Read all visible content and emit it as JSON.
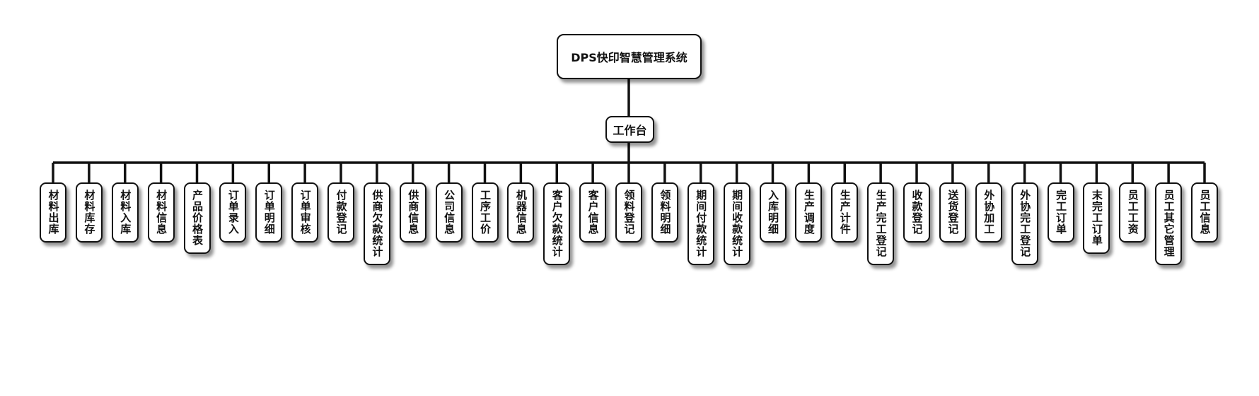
{
  "diagram": {
    "root": {
      "label": "DPS快印智慧管理系统"
    },
    "hub": {
      "label": "工作台"
    },
    "modules": [
      "材料出库",
      "材料库存",
      "材料入库",
      "材料信息",
      "产品价格表",
      "订单录入",
      "订单明细",
      "订单审核",
      "付款登记",
      "供商欠款统计",
      "供商信息",
      "公司信息",
      "工序工价",
      "机器信息",
      "客户欠款统计",
      "客户信息",
      "领料登记",
      "领料明细",
      "期间付款统计",
      "期间收款统计",
      "入库明细",
      "生产调度",
      "生产计件",
      "生产完工登记",
      "收款登记",
      "送货登记",
      "外协加工",
      "外协完工登记",
      "完工订单",
      "末完工订单",
      "员工工资",
      "员工其它管理",
      "员工信息"
    ],
    "colors": {
      "border": "#111111",
      "background": "#ffffff",
      "text": "#111111"
    }
  }
}
